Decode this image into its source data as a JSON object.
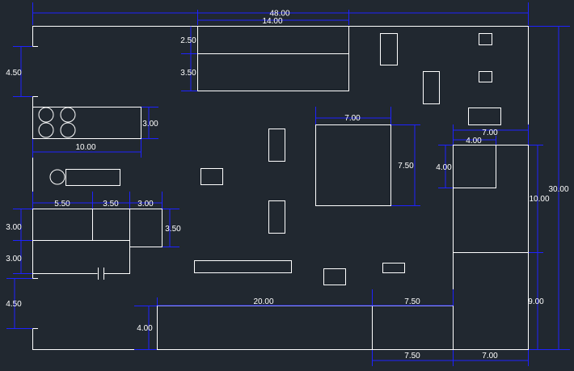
{
  "colors": {
    "background": "#212830",
    "outline": "#ffffff",
    "dimension": "#1e22ff",
    "dim_text": "#ffffff"
  },
  "dimensions": {
    "overall_width": "48.00",
    "top_module_width": "14.00",
    "top_module_upper_height": "2.50",
    "top_module_lower_height": "3.50",
    "left_notch_top": "4.50",
    "battery_height": "3.00",
    "battery_width": "10.00",
    "center_chip_width": "7.00",
    "center_chip_height": "7.50",
    "right_panel_width": "7.00",
    "right_small_width": "4.00",
    "right_small_height": "4.00",
    "right_upper_height": "10.00",
    "overall_height": "30.00",
    "left_block_a_width": "5.50",
    "left_block_b_width": "3.50",
    "left_block_c_width": "3.00",
    "left_block_c_height": "3.50",
    "left_row1_height": "3.00",
    "left_row2_height": "3.00",
    "left_notch_bottom": "4.50",
    "bottom_block_height": "4.00",
    "bottom_block_width": "20.00",
    "bottom_mid_width_top": "7.50",
    "right_lower_height": "9.00",
    "bottom_mid_width_bottom": "7.50",
    "bottom_right_width": "7.00"
  }
}
